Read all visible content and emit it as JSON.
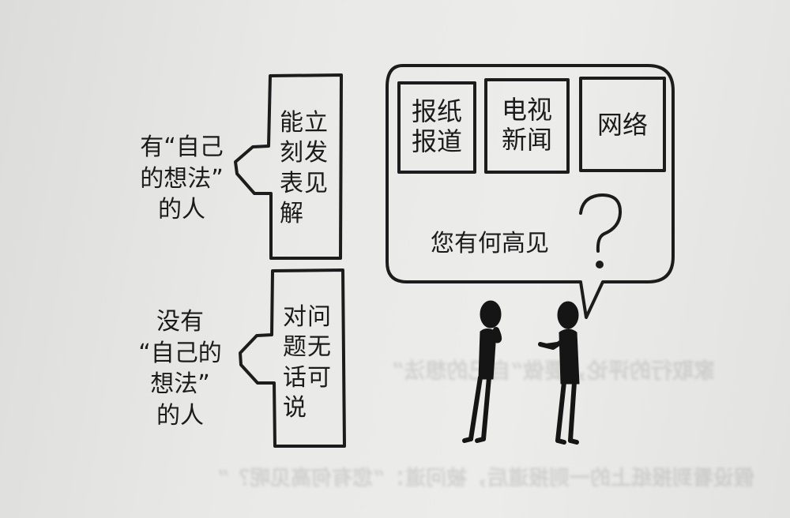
{
  "left_labels": {
    "top": "有“自己\n的想法”\n的人",
    "bottom": "没有\n“自己的\n想法”\n的人"
  },
  "arrow_boxes": {
    "top": "能立\n刻发\n表见\n解",
    "bottom": "对问\n题无\n话可\n说"
  },
  "speech_bubble": {
    "boxes": [
      "报纸\n报道",
      "电视\n新闻",
      "网络"
    ],
    "question": "您有何高见",
    "mark": "?"
  },
  "bleed_through": {
    "line1": "家取行的评论，要做“自己的想法”",
    "line2": "假设看到报纸上的一则报道后，被问道：“您有何高见呢？”"
  }
}
